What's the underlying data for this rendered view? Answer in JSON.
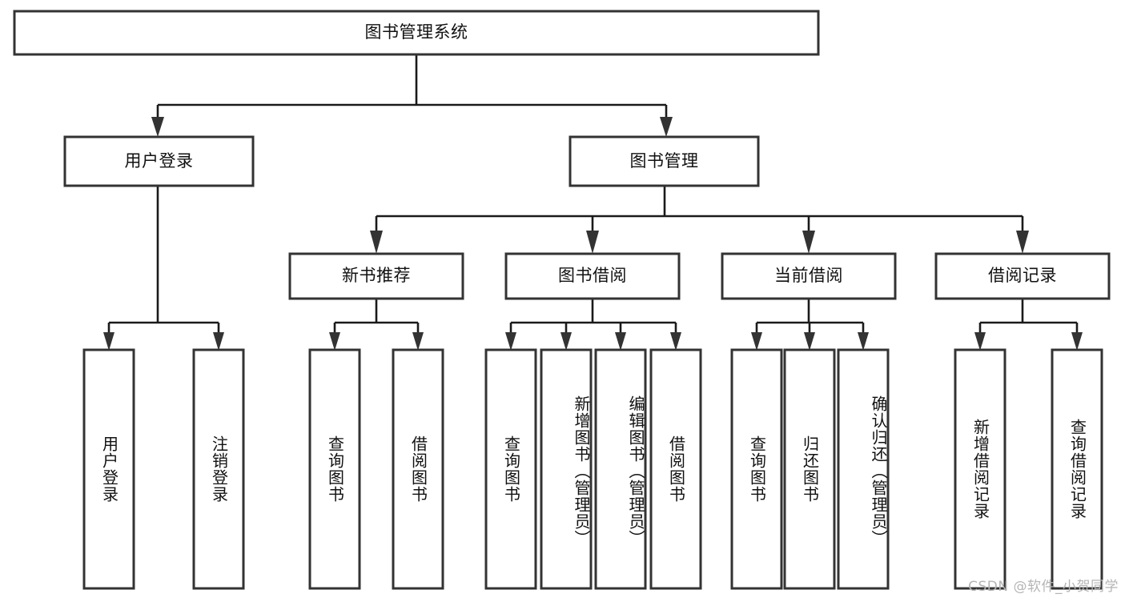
{
  "diagram": {
    "title": "图书管理系统",
    "type": "tree-hierarchy-chart",
    "watermark": "CSDN @软件_小贺同学",
    "colors": {
      "node_border": "#333333",
      "node_fill": "#ffffff",
      "connector": "#1a1a1a",
      "text": "#111111",
      "background": "#ffffff",
      "watermark": "#b5b5b5"
    },
    "nodes": {
      "root": {
        "label": "图书管理系统"
      },
      "level2": [
        {
          "id": "user-login",
          "label": "用户登录"
        },
        {
          "id": "book-manage",
          "label": "图书管理"
        }
      ],
      "level3": [
        {
          "id": "new-book-recommend",
          "label": "新书推荐"
        },
        {
          "id": "book-borrow",
          "label": "图书借阅"
        },
        {
          "id": "current-borrow",
          "label": "当前借阅"
        },
        {
          "id": "borrow-record",
          "label": "借阅记录"
        }
      ],
      "leaves": {
        "user-login": [
          {
            "id": "leaf-user-login",
            "label": "用户登录"
          },
          {
            "id": "leaf-user-logout",
            "label": "注销登录"
          }
        ],
        "new-book-recommend": [
          {
            "id": "leaf-query-book-1",
            "label": "查询图书"
          },
          {
            "id": "leaf-borrow-book-1",
            "label": "借阅图书"
          }
        ],
        "book-borrow": [
          {
            "id": "leaf-query-book-2",
            "label": "查询图书"
          },
          {
            "id": "leaf-add-book",
            "label": "新增图书（管理员）"
          },
          {
            "id": "leaf-edit-book",
            "label": "编辑图书（管理员）"
          },
          {
            "id": "leaf-borrow-book-2",
            "label": "借阅图书"
          }
        ],
        "current-borrow": [
          {
            "id": "leaf-query-book-3",
            "label": "查询图书"
          },
          {
            "id": "leaf-return-book",
            "label": "归还图书"
          },
          {
            "id": "leaf-confirm-return",
            "label": "确认归还（管理员）"
          }
        ],
        "borrow-record": [
          {
            "id": "leaf-add-record",
            "label": "新增借阅记录"
          },
          {
            "id": "leaf-query-record",
            "label": "查询借阅记录"
          }
        ]
      }
    }
  }
}
